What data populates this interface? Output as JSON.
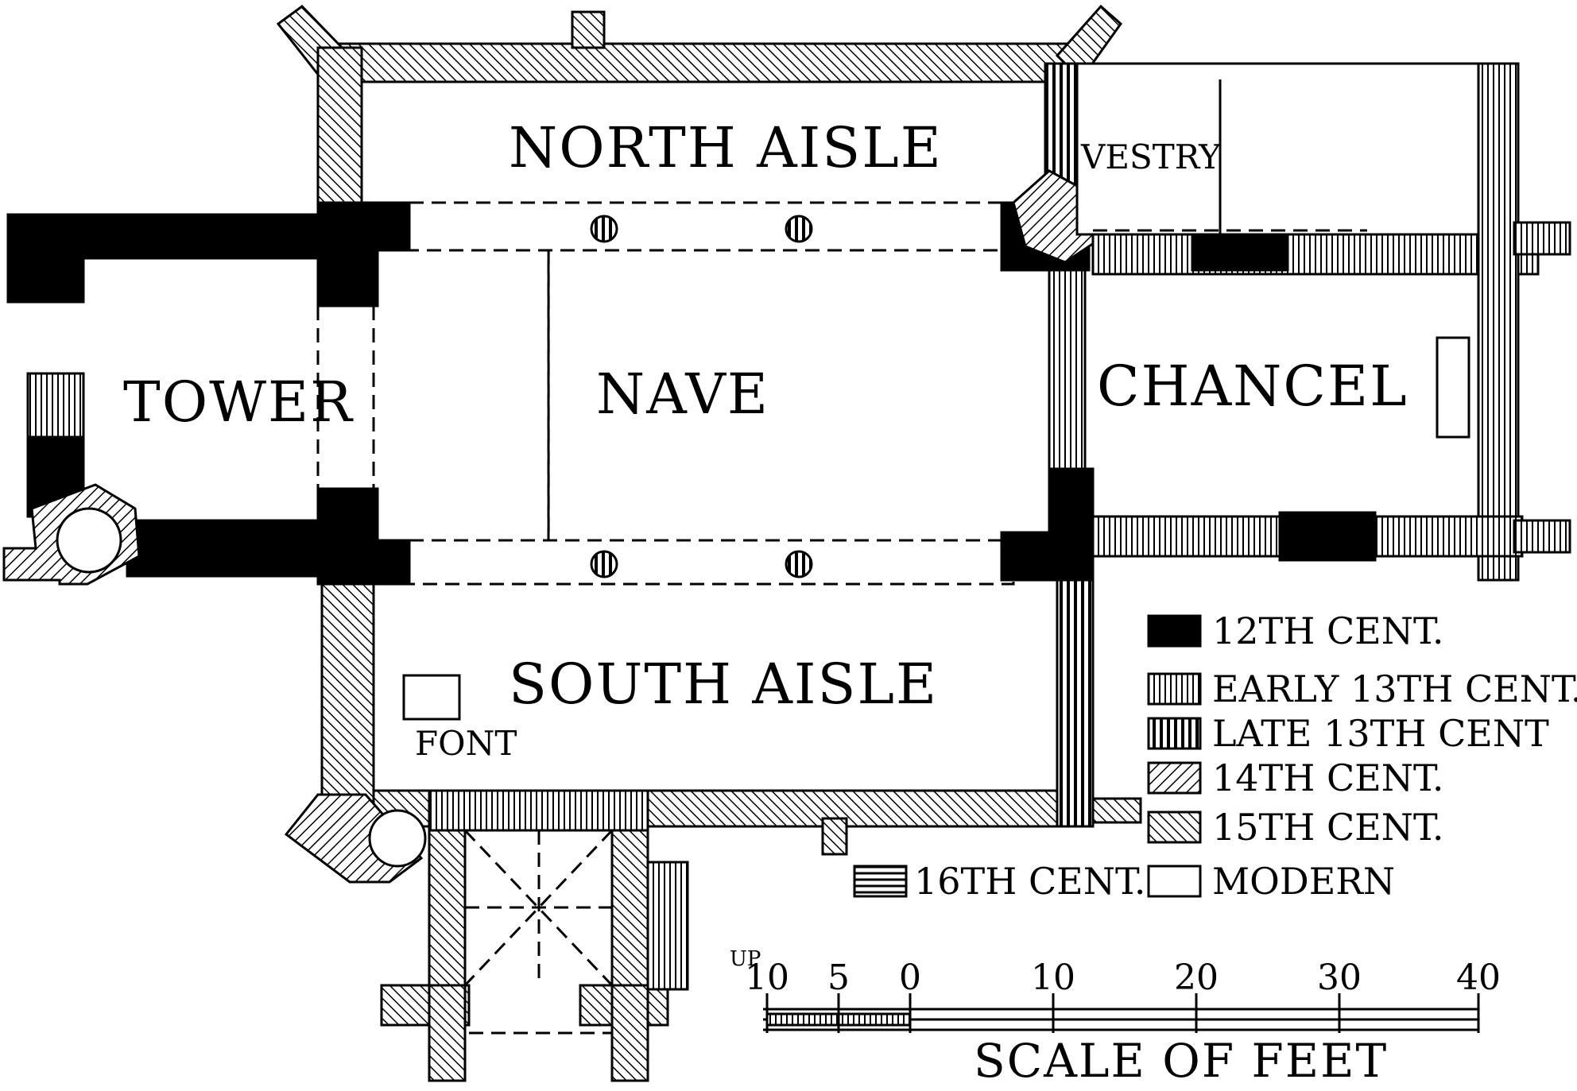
{
  "rooms": {
    "north_aisle": "NORTH AISLE",
    "south_aisle": "SOUTH AISLE",
    "tower": "TOWER",
    "nave": "NAVE",
    "chancel": "CHANCEL",
    "vestry": "VESTRY",
    "font": "FONT",
    "up": "UP"
  },
  "legend": {
    "entries": [
      {
        "label": "12TH CENT.",
        "pattern": "solid-black"
      },
      {
        "label": "EARLY 13TH CENT.",
        "pattern": "vertical-fine"
      },
      {
        "label": "LATE 13TH CENT",
        "pattern": "vertical-bold"
      },
      {
        "label": "14TH CENT.",
        "pattern": "diagonal-right"
      },
      {
        "label": "15TH CENT.",
        "pattern": "diagonal-left"
      },
      {
        "label": "MODERN",
        "pattern": "none"
      }
    ],
    "sixteenth": {
      "label": "16TH CENT.",
      "pattern": "horizontal"
    }
  },
  "scale": {
    "title": "SCALE OF FEET",
    "ticks": [
      "10",
      "5",
      "0",
      "10",
      "20",
      "30",
      "40"
    ]
  }
}
